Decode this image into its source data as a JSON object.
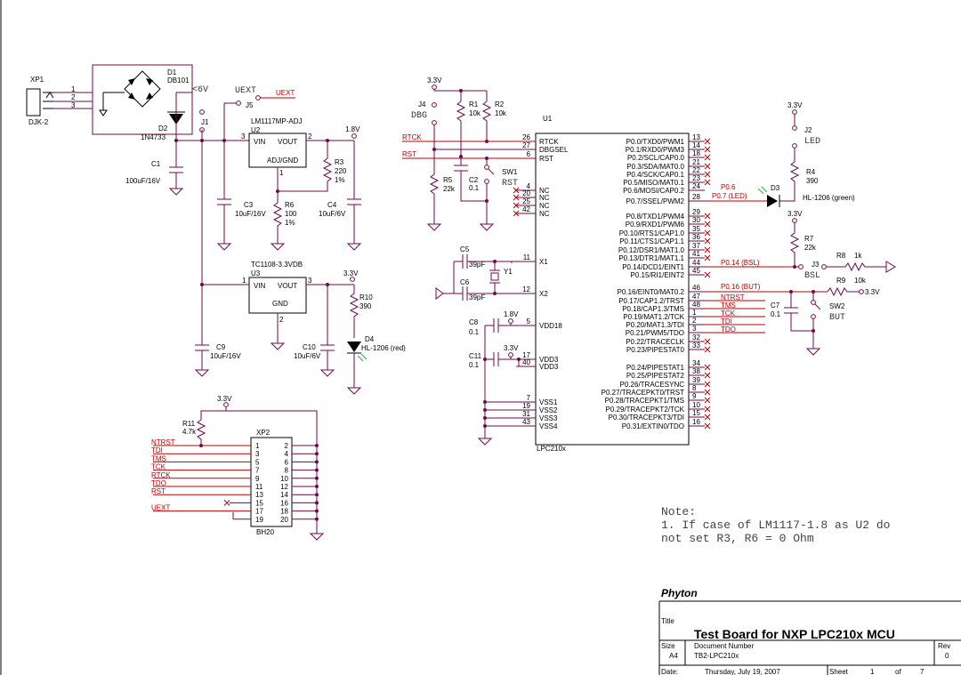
{
  "components": {
    "xp1": {
      "ref": "XP1",
      "part": "DJK-2",
      "pins": [
        "1",
        "2",
        "3"
      ]
    },
    "d1": {
      "ref": "D1",
      "part": "DB101"
    },
    "d2": {
      "ref": "D2",
      "part": "1N4733"
    },
    "c1": {
      "ref": "C1",
      "value": "100uF/16V"
    },
    "j1": {
      "ref": "J1"
    },
    "j5": {
      "ref": "J5"
    },
    "u2": {
      "ref": "U2",
      "part": "LM1117MP-ADJ",
      "vin": "VIN",
      "vout": "VOUT",
      "adj": "ADJ/GND",
      "pin_vin": "3",
      "pin_vout": "2",
      "pin_adj": "1"
    },
    "r3": {
      "ref": "R3",
      "value": "220",
      "tol": "1%"
    },
    "r6": {
      "ref": "R6",
      "value": "100",
      "tol": "1%"
    },
    "c3": {
      "ref": "C3",
      "value": "10uF/16V"
    },
    "c4": {
      "ref": "C4",
      "value": "10uF/6V"
    },
    "u3": {
      "ref": "U3",
      "part": "TC1108-3.3VDB",
      "vin": "VIN",
      "vout": "VOUT",
      "gnd": "GND",
      "pin_vin": "1",
      "pin_vout": "3",
      "pin_gnd": "2"
    },
    "c9": {
      "ref": "C9",
      "value": "10uF/16V"
    },
    "c10": {
      "ref": "C10",
      "value": "10uF/6V"
    },
    "r10": {
      "ref": "R10",
      "value": "390"
    },
    "d4": {
      "ref": "D4",
      "part": "HL-1206 (red)"
    },
    "r11": {
      "ref": "R11",
      "value": "4.7k"
    },
    "xp2": {
      "ref": "XP2",
      "part": "BH20",
      "left_pins": [
        "1",
        "3",
        "5",
        "7",
        "9",
        "11",
        "13",
        "15",
        "17",
        "19"
      ],
      "right_pins": [
        "2",
        "4",
        "6",
        "8",
        "10",
        "12",
        "14",
        "16",
        "18",
        "20"
      ],
      "signals": [
        "NTRST",
        "TDI",
        "TMS",
        "TCK",
        "RTCK",
        "TDO",
        "RST",
        "",
        "UEXT",
        ""
      ]
    },
    "j4": {
      "ref": "J4",
      "label": "DBG"
    },
    "r1": {
      "ref": "R1",
      "value": "10k"
    },
    "r2": {
      "ref": "R2",
      "value": "10k"
    },
    "r5": {
      "ref": "R5",
      "value": "22k"
    },
    "c2": {
      "ref": "C2",
      "value": "0.1"
    },
    "sw1": {
      "ref": "SW1",
      "label": "RST"
    },
    "c5": {
      "ref": "C5",
      "value": "39pF"
    },
    "c6": {
      "ref": "C6",
      "value": "39pF"
    },
    "y1": {
      "ref": "Y1"
    },
    "c8": {
      "ref": "C8",
      "value": "0.1"
    },
    "c11": {
      "ref": "C11",
      "value": "0.1"
    },
    "u1": {
      "ref": "U1",
      "part": "LPC210x",
      "left": [
        {
          "num": "26",
          "name": "RTCK"
        },
        {
          "num": "27",
          "name": "DBGSEL"
        },
        {
          "num": "6",
          "name": "RST"
        },
        {
          "num": "4",
          "name": "NC"
        },
        {
          "num": "20",
          "name": "NC"
        },
        {
          "num": "25",
          "name": "NC"
        },
        {
          "num": "42",
          "name": "NC"
        },
        {
          "num": "11",
          "name": "X1"
        },
        {
          "num": "12",
          "name": "X2"
        },
        {
          "num": "5",
          "name": "VDD18"
        },
        {
          "num": "17",
          "name": "VDD3"
        },
        {
          "num": "40",
          "name": "VDD3"
        },
        {
          "num": "7",
          "name": "VSS1"
        },
        {
          "num": "19",
          "name": "VSS2"
        },
        {
          "num": "31",
          "name": "VSS3"
        },
        {
          "num": "43",
          "name": "VSS4"
        }
      ],
      "right": [
        {
          "num": "13",
          "name": "P0.0/TXD0/PWM1"
        },
        {
          "num": "14",
          "name": "P0.1/RXD0/PWM3"
        },
        {
          "num": "18",
          "name": "P0.2/SCL/CAP0.0"
        },
        {
          "num": "21",
          "name": "P0.3/SDA/MAT0.0"
        },
        {
          "num": "22",
          "name": "P0.4/SCK/CAP0.1"
        },
        {
          "num": "23",
          "name": "P0.5/MISO/MAT0.1"
        },
        {
          "num": "24",
          "name": "P0.6/MOSI/CAP0.2"
        },
        {
          "num": "28",
          "name": "P0.7/SSEL/PWM2"
        },
        {
          "num": "29",
          "name": "P0.8/TXD1/PWM4"
        },
        {
          "num": "30",
          "name": "P0.9/RXD1/PWM6"
        },
        {
          "num": "35",
          "name": "P0.10/RTS1/CAP1.0"
        },
        {
          "num": "36",
          "name": "P0.11/CTS1/CAP1.1"
        },
        {
          "num": "37",
          "name": "P0.12/DSR1/MAT1.0"
        },
        {
          "num": "41",
          "name": "P0.13/DTR1/MAT1.1"
        },
        {
          "num": "44",
          "name": "P0.14/DCD1/EINT1"
        },
        {
          "num": "45",
          "name": "P0.15/RI1/EINT2"
        },
        {
          "num": "46",
          "name": "P0.16/EINT0/MAT0.2"
        },
        {
          "num": "47",
          "name": "P0.17/CAP1.2/TRST"
        },
        {
          "num": "48",
          "name": "P0.18/CAP1.3/TMS"
        },
        {
          "num": "1",
          "name": "P0.19/MAT1.2/TCK"
        },
        {
          "num": "2",
          "name": "P0.20/MAT1.3/TDI"
        },
        {
          "num": "3",
          "name": "P0.21/PWM5/TDO"
        },
        {
          "num": "32",
          "name": "P0.22/TRACECLK"
        },
        {
          "num": "33",
          "name": "P0.23/PIPESTAT0"
        },
        {
          "num": "34",
          "name": "P0.24/PIPESTAT1"
        },
        {
          "num": "38",
          "name": "P0.25/PIPESTAT2"
        },
        {
          "num": "39",
          "name": "P0.26/TRACESYNC"
        },
        {
          "num": "8",
          "name": "P0.27/TRACEPKT0/TRST"
        },
        {
          "num": "9",
          "name": "P0.28/TRACEPKT1/TMS"
        },
        {
          "num": "10",
          "name": "P0.29/TRACEPKT2/TCK"
        },
        {
          "num": "15",
          "name": "P0.30/TRACEPKT3/TDI"
        },
        {
          "num": "16",
          "name": "P0.31/EXTIN0/TDO"
        }
      ]
    },
    "j2": {
      "ref": "J2",
      "label": "LED"
    },
    "r4": {
      "ref": "R4",
      "value": "390"
    },
    "d3": {
      "ref": "D3",
      "part": "HL-1206 (green)"
    },
    "r7": {
      "ref": "R7",
      "value": "22k"
    },
    "j3": {
      "ref": "J3",
      "label": "BSL"
    },
    "r8": {
      "ref": "R8",
      "value": "1k"
    },
    "r9": {
      "ref": "R9",
      "value": "10k"
    },
    "c7": {
      "ref": "C7",
      "value": "0.1"
    },
    "sw2": {
      "ref": "SW2",
      "label": "BUT"
    }
  },
  "nets": {
    "v6": "<6V",
    "uext": "UEXT",
    "v18": "1.8V",
    "v33": "3.3V",
    "rtck": "RTCK",
    "rst": "RST",
    "p06": "P0.6",
    "p07": "P0.7 (LED)",
    "p014": "P0.14 (BSL)",
    "p016": "P0.16 (BUT)",
    "ntrst": "NTRST",
    "tms": "TMS",
    "tck": "TCK",
    "tdi": "TDI",
    "tdo": "TDO"
  },
  "note": {
    "title": "Note:",
    "line1": "1. If case of LM1117-1.8 as U2 do",
    "line2": "not set R3, R6 = 0 Ohm"
  },
  "title_block": {
    "company": "Phyton",
    "title_label": "Title",
    "title": "Test Board for NXP LPC210x MCU",
    "size_label": "Size",
    "size": "A4",
    "docnum_label": "Document Number",
    "docnum": "TB2-LPC210x",
    "rev_label": "Rev",
    "rev": "0",
    "date_label": "Date:",
    "date": "Thursday, July 19, 2007",
    "sheet_label": "Sheet",
    "sheet": "1",
    "of_label": "of",
    "sheets": "7"
  }
}
